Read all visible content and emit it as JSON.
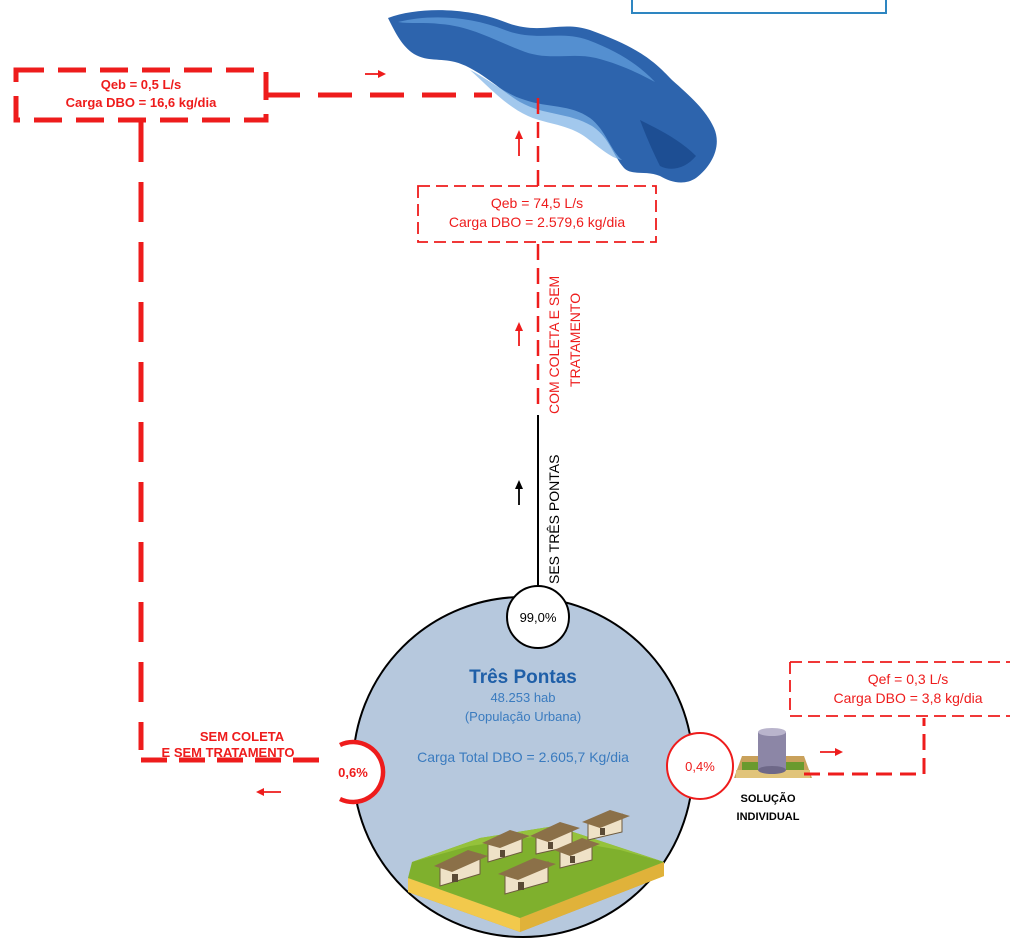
{
  "colors": {
    "red": "#ee1c1c",
    "black": "#000000",
    "blue_title": "#1f5fa8",
    "blue_text": "#3a7bbf",
    "circle_fill": "#b6c8dd",
    "river": "#2d64ad",
    "box_border": "#2e86c1"
  },
  "river_icon": "river-icon",
  "legend_box": {
    "text": ""
  },
  "top_left_box": {
    "line1": "Qeb = 0,5 L/s",
    "line2": "Carga DBO = 16,6 kg/dia"
  },
  "middle_box": {
    "line1": "Qeb = 74,5 L/s",
    "line2": "Carga DBO = 2.579,6 kg/dia"
  },
  "right_box": {
    "line1": "Qef = 0,3 L/s",
    "line2": "Carga DBO = 3,8 kg/dia"
  },
  "vertical_labels": {
    "collected_line1": "COM COLETA E SEM",
    "collected_line2": "TRATAMENTO",
    "ses": "SES TRÊS PONTAS"
  },
  "city": {
    "name": "Três Pontas",
    "population": "48.253 hab",
    "population_note": "(População Urbana)",
    "total_load": "Carga Total DBO = 2.605,7 Kg/dia",
    "icon": "houses-illustration"
  },
  "percentages": {
    "ses": "99,0%",
    "no_collection": "0,6%",
    "individual": "0,4%"
  },
  "no_collection_label": {
    "line1": "SEM COLETA",
    "line2": "E SEM TRATAMENTO"
  },
  "individual_label": {
    "line1": "SOLUÇÃO",
    "line2": "INDIVIDUAL",
    "icon": "septic-tank-icon"
  }
}
